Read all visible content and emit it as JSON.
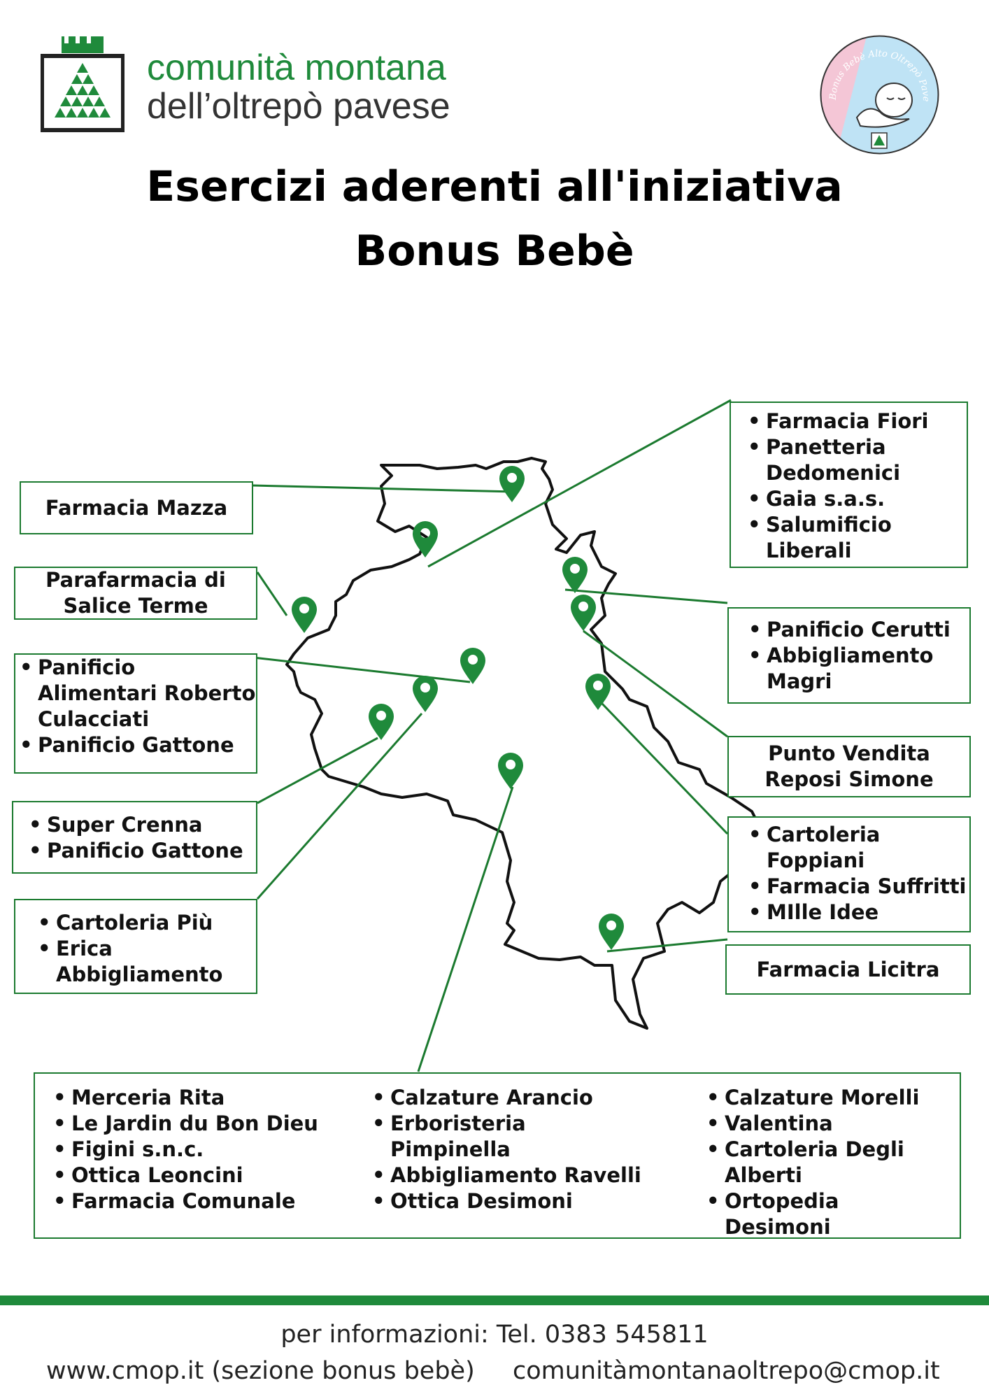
{
  "header": {
    "org_line1": "comunità montana",
    "org_line2": "dell’oltrepò pavese",
    "badge_text": "Bonus Bebè Alto Oltrepò Pavese"
  },
  "title": {
    "line1": "Esercizi aderenti all'iniziativa",
    "line2": "Bonus Bebè"
  },
  "colors": {
    "accent": "#1f8a3b",
    "box_border": "#1b7a2f",
    "badge_pink": "#f4c6d6",
    "badge_blue": "#bfe3f5"
  },
  "boxes": {
    "farmacia_mazza": [
      "Farmacia Mazza"
    ],
    "parafarmacia_salice": [
      "Parafarmacia di",
      "Salice Terme"
    ],
    "panificio_alimentari": [
      "Panificio Alimentari Roberto Culacciati",
      "Panificio Gattone"
    ],
    "super_crenna": [
      "Super Crenna",
      "Panificio Gattone"
    ],
    "cartoleria_piu": [
      "Cartoleria Più",
      "Erica Abbigliamento"
    ],
    "farmacia_fiori": [
      "Farmacia Fiori",
      "Panetteria Dedomenici",
      "Gaia s.a.s.",
      "Salumificio Liberali"
    ],
    "panificio_cerutti": [
      "Panificio Cerutti",
      "Abbigliamento Magri"
    ],
    "punto_vendita": [
      "Punto Vendita",
      "Reposi Simone"
    ],
    "cartoleria_foppiani": [
      "Cartoleria Foppiani",
      "Farmacia Suffritti",
      "MIlle Idee"
    ],
    "farmacia_licitra": [
      "Farmacia Licitra"
    ]
  },
  "bottom_list": {
    "col1": [
      "Merceria Rita",
      "Le Jardin du Bon Dieu",
      "Figini s.n.c.",
      "Ottica Leoncini",
      "Farmacia Comunale"
    ],
    "col2": [
      "Calzature Arancio",
      "Erboristeria Pimpinella",
      "Abbigliamento Ravelli",
      "Ottica Desimoni"
    ],
    "col3": [
      "Calzature Morelli",
      "Valentina",
      "Cartoleria Degli Alberti",
      "Ortopedia Desimoni"
    ]
  },
  "footer": {
    "info": "per informazioni: Tel. 0383 545811",
    "website": "www.cmop.it (sezione bonus bebè)",
    "email": "comunitàmontanaoltrepo@cmop.it"
  },
  "icons": {
    "marker": "map-pin-icon",
    "logo": "crown-tree-logo-icon",
    "badge": "sleeping-baby-icon"
  }
}
